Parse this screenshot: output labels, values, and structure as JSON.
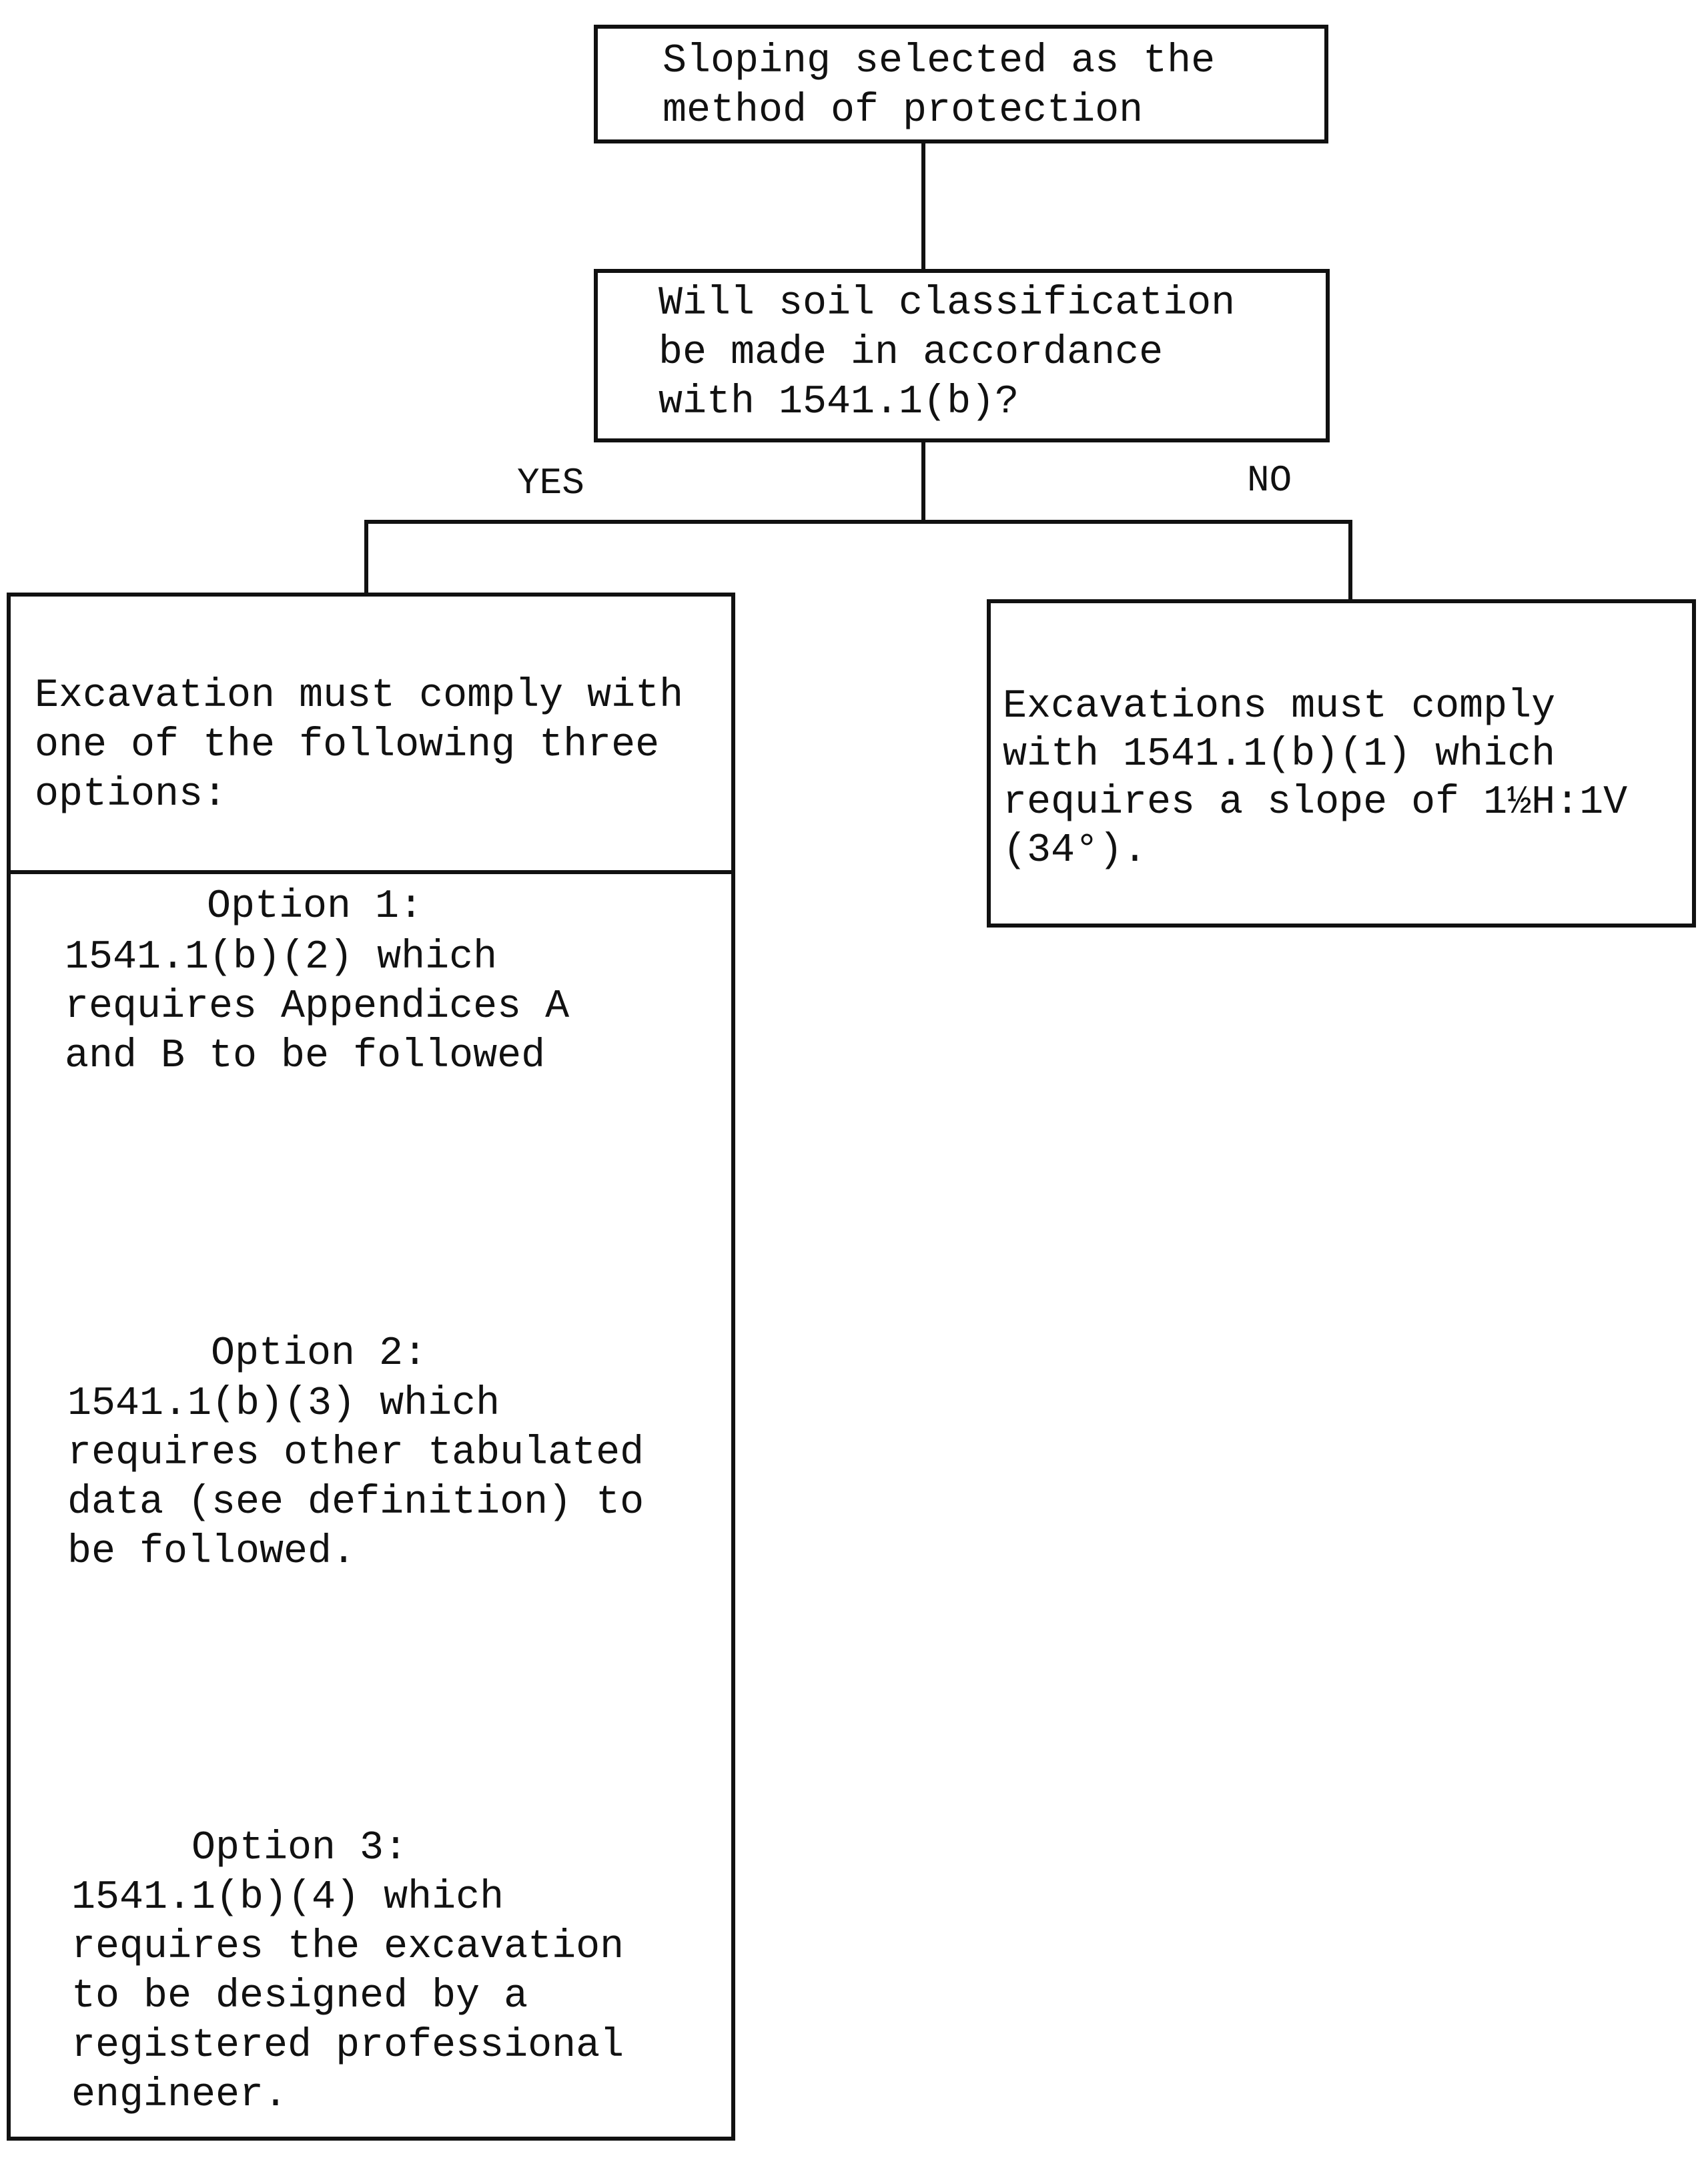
{
  "start": {
    "lines": [
      "Sloping selected as the",
      "method of protection"
    ]
  },
  "question": {
    "lines": [
      "Will soil classification",
      "be made in accordance",
      "with 1541.1(b)?"
    ]
  },
  "branches": {
    "yes": "YES",
    "no": "NO"
  },
  "yes_box": {
    "header": [
      "Excavation must comply with",
      "one of the following three",
      "options:"
    ],
    "options": [
      {
        "title": "Option 1:",
        "lines": [
          "1541.1(b)(2) which",
          "requires Appendices A",
          "and B to be followed"
        ]
      },
      {
        "title": "Option 2:",
        "lines": [
          "1541.1(b)(3) which",
          "requires other tabulated",
          "data (see definition) to",
          "be followed."
        ]
      },
      {
        "title": "Option 3:",
        "lines": [
          "1541.1(b)(4) which",
          "requires the excavation",
          "to be designed by a",
          "registered professional",
          "engineer."
        ]
      }
    ]
  },
  "no_box": {
    "lines": [
      "Excavations must comply",
      "with 1541.1(b)(1) which",
      "requires a slope of 1½H:1V",
      "(34°)."
    ]
  }
}
